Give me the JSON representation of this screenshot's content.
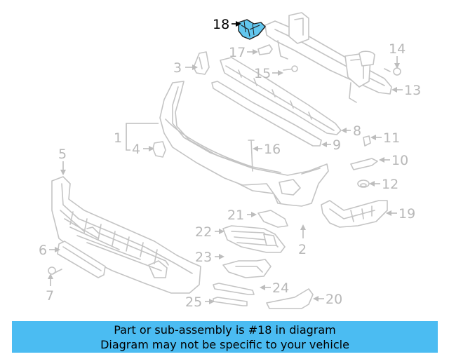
{
  "diagram": {
    "callouts": [
      "1",
      "2",
      "3",
      "4",
      "5",
      "6",
      "7",
      "8",
      "9",
      "10",
      "11",
      "12",
      "13",
      "14",
      "15",
      "16",
      "17",
      "18",
      "19",
      "20",
      "21",
      "22",
      "23",
      "24",
      "25"
    ],
    "highlighted_callout": "18",
    "colors": {
      "highlight_fill": "#62c6ee",
      "line": "#c4c4c4",
      "banner": "#4bbcf2"
    }
  },
  "caption": {
    "line1": "Part or sub-assembly is #18 in diagram",
    "line2": "Diagram may not be specific to your vehicle"
  }
}
